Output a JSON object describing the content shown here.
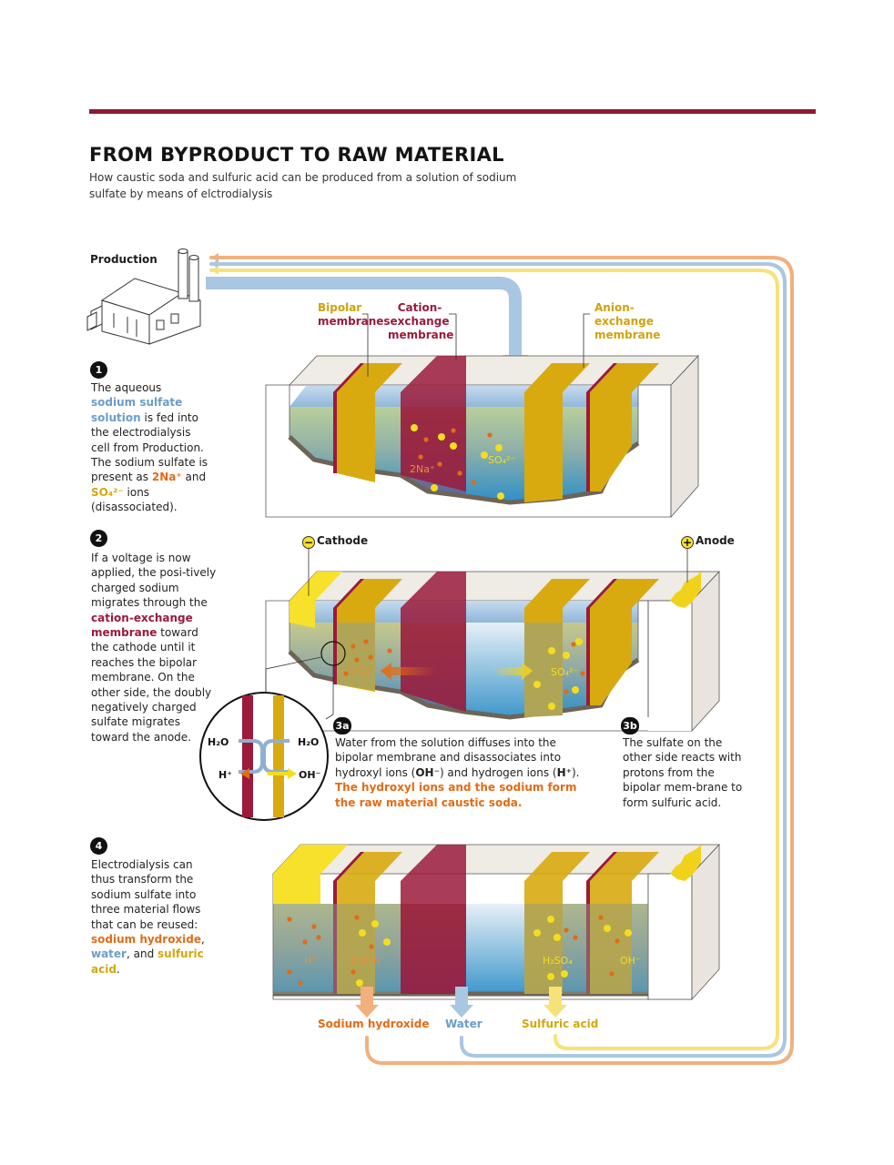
{
  "header": {
    "title": "FROM BYPRODUCT TO RAW MATERIAL",
    "subtitle": "How caustic soda and sulfuric acid can be produced from a solution of sodium sulfate by means of elctrodialysis"
  },
  "production": {
    "label": "Production"
  },
  "membranes": {
    "bipolar": [
      "Bipolar",
      "membranes"
    ],
    "cation": [
      "Cation-",
      "exchange",
      "membrane"
    ],
    "anion": [
      "Anion-",
      "exchange",
      "membrane"
    ]
  },
  "electrodes": {
    "cathode": "Cathode",
    "anode": "Anode",
    "minus": "−",
    "plus": "+"
  },
  "steps": {
    "s1": {
      "num": "1",
      "t1": "The aqueous ",
      "t2": "sodium sulfate solution",
      "t3": " is fed into the electrodialysis cell from Production. The sodium sulfate is present as ",
      "t4": "2Na⁺",
      "t5": " and ",
      "t6": "SO₄²⁻",
      "t7": " ions (disassociated)."
    },
    "s2": {
      "num": "2",
      "t1": "If a voltage is now applied, the posi-tively charged sodium migrates through the ",
      "t2": "cation-exchange membrane",
      "t3": " toward the cathode until it reaches the bipolar membrane. On the other side, the doubly negatively charged sulfate migrates toward the anode."
    },
    "s3a": {
      "num": "3a",
      "t1": "Water from the solution diffuses into the bipolar membrane and disassociates into hydroxyl ions (",
      "t2": "OH⁻",
      "t3": ") and hydrogen ions (",
      "t4": "H⁺",
      "t5": ").",
      "t6": "The hydroxyl ions and the sodium form the raw material caustic soda."
    },
    "s3b": {
      "num": "3b",
      "t1": "The sulfate on the other side reacts with protons from the bipolar mem-brane to form sulfuric acid."
    },
    "s4": {
      "num": "4",
      "t1": "Electrodialysis can thus transform the sodium sulfate into three material flows that can be reused: ",
      "t2": "sodium hydroxide",
      "t3": ", ",
      "t4": "water",
      "t5": ", and ",
      "t6": "sulfuric acid",
      "t7": "."
    }
  },
  "ions": {
    "na": "2Na⁺",
    "so4": "SO₄²⁻",
    "h2o_left": "H₂O",
    "h2o_right": "H₂O",
    "h": "H⁺",
    "oh": "OH⁻",
    "h_out": "H⁺",
    "naoh": "NaOH",
    "h2so4": "H₂SO₄",
    "oh_out": "OH⁻"
  },
  "outputs": {
    "naoh": "Sodium hydroxide",
    "water": "Water",
    "acid": "Sulfuric acid"
  },
  "colors": {
    "accent": "#8c1a34",
    "blue_flow": "#a9c6e3",
    "orange_flow": "#f1b07e",
    "yellow_flow": "#f7e27a",
    "membrane_yellow": "#d8aa10",
    "membrane_red": "#9a1b3b",
    "water": "#7fb0d8",
    "sodium": "#e36b14",
    "sulfate": "#f2d21c"
  }
}
